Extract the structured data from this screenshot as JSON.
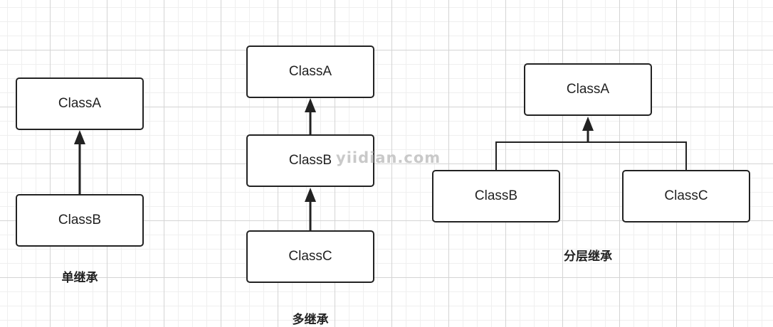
{
  "single": {
    "parent": "ClassA",
    "child": "ClassB",
    "caption": "单继承"
  },
  "multilevel": {
    "top": "ClassA",
    "middle": "ClassB",
    "bottom": "ClassC",
    "caption": "多继承"
  },
  "hierarchical": {
    "parent": "ClassA",
    "left_child": "ClassB",
    "right_child": "ClassC",
    "caption": "分层继承"
  },
  "watermark": "yiidian.com",
  "colors": {
    "line": "#222222",
    "grid": "#d4d4d4",
    "watermark": "#c9c9c9"
  }
}
